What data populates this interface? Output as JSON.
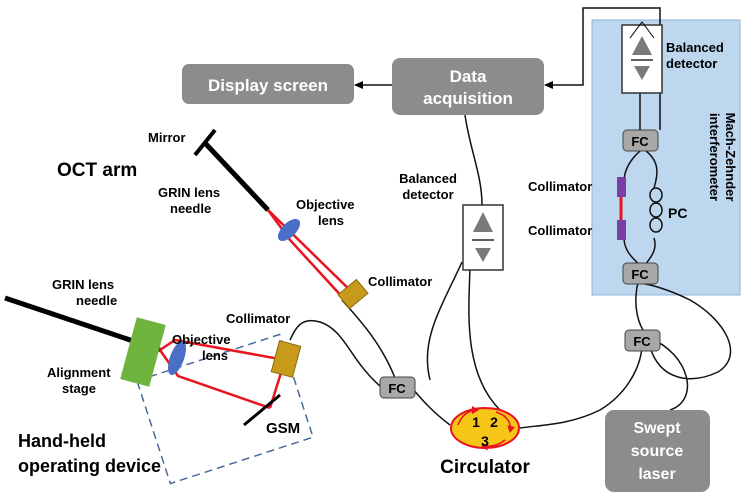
{
  "labels": {
    "display_screen": "Display screen",
    "data_acquisition_1": "Data",
    "data_acquisition_2": "acquisition",
    "balanced_detector_top_1": "Balanced",
    "balanced_detector_top_2": "detector",
    "mz_1": "Mach-Zehnder",
    "mz_2": "interferometer",
    "fc_mz_top": "FC",
    "fc_mz_bottom": "FC",
    "fc_right": "FC",
    "fc_left": "FC",
    "pc": "PC",
    "collimator_mz_1": "Collimator",
    "collimator_mz_2": "Collimator",
    "mirror": "Mirror",
    "oct_arm": "OCT arm",
    "grin_top_1": "GRIN lens",
    "grin_top_2": "needle",
    "objective_top_1": "Objective",
    "objective_top_2": "lens",
    "collimator_top": "Collimator",
    "balanced_detector_mid_1": "Balanced",
    "balanced_detector_mid_2": "detector",
    "grin_left_1": "GRIN lens",
    "grin_left_2": "needle",
    "collimator_left": "Collimator",
    "objective_left_1": "Objective",
    "objective_left_2": "lens",
    "alignment_1": "Alignment",
    "alignment_2": "stage",
    "gsm": "GSM",
    "handheld_1": "Hand-held",
    "handheld_2": "operating device",
    "circulator": "Circulator",
    "circ_1": "1",
    "circ_2": "2",
    "circ_3": "3",
    "swept_1": "Swept",
    "swept_2": "source",
    "swept_3": "laser"
  },
  "colors": {
    "box_gray": "#8c8c8c",
    "mz_panel": "#bcd7ee",
    "beam_red": "#e8141e",
    "lens_blue": "#4a6fc7",
    "collimator_gold": "#c89a1c",
    "stage_green": "#6fb33f",
    "circulator_yellow": "#f5c518",
    "collimator_purple": "#7a3ea8"
  }
}
